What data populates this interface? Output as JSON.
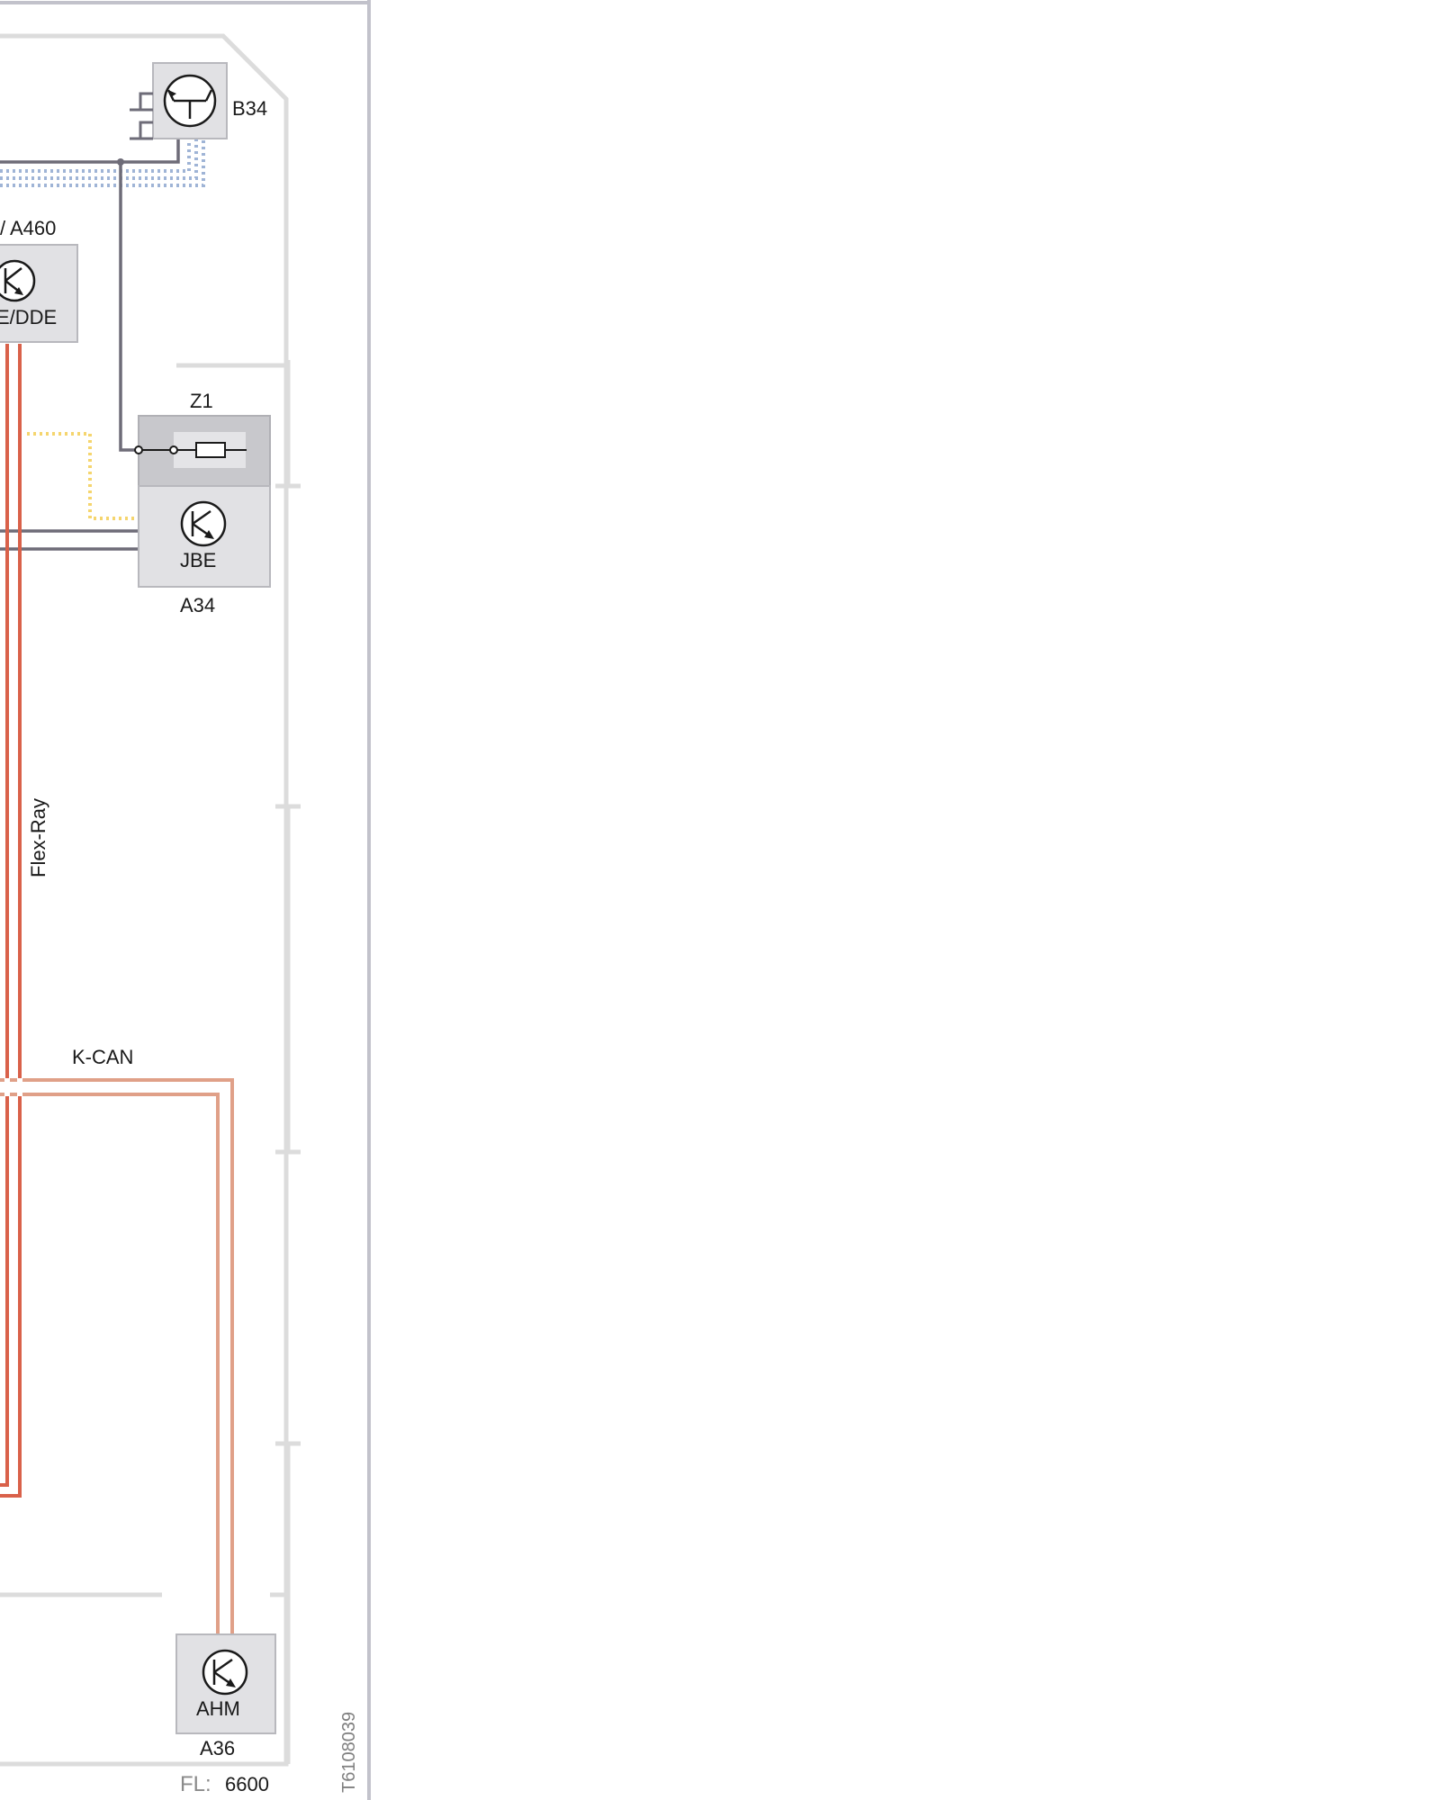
{
  "components": {
    "b34": {
      "id": "B34"
    },
    "a460": {
      "id": "/ A460",
      "name": "E/DDE"
    },
    "z1": {
      "id": "Z1"
    },
    "a34": {
      "id": "A34",
      "name": "JBE"
    },
    "a36": {
      "id": "A36",
      "name": "AHM"
    }
  },
  "buses": {
    "flexray": "Flex-Ray",
    "kcan": "K-CAN"
  },
  "footer": {
    "fl_key": "FL:",
    "fl_value": "6600",
    "doc_id": "T6108039"
  },
  "colors": {
    "flexray": "#d9614a",
    "kcan": "#e0a088",
    "wire_gray": "#6e6c78",
    "wire_blue_dotted": "#9fb4d6",
    "wire_yellow_dotted": "#f5d56e",
    "frame": "#c9c9cf",
    "ecu_fill": "#e1e1e4",
    "fuse_box_fill": "#c8c8cc"
  }
}
